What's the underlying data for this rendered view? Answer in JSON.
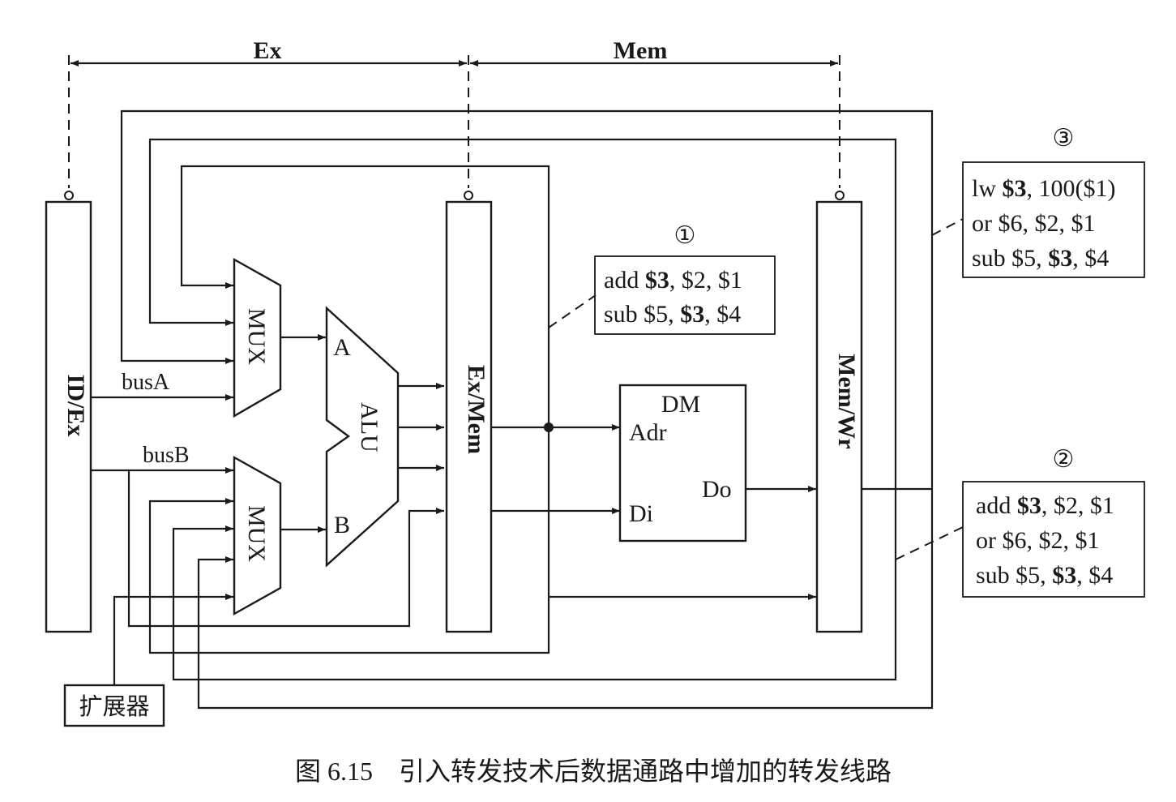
{
  "stages": {
    "ex": "Ex",
    "mem": "Mem"
  },
  "registers": {
    "id_ex": "ID/Ex",
    "ex_mem": "Ex/Mem",
    "mem_wr": "Mem/Wr"
  },
  "units": {
    "mux": "MUX",
    "alu": "ALU",
    "alu_a": "A",
    "alu_b": "B",
    "dm": "DM",
    "dm_adr": "Adr",
    "dm_di": "Di",
    "dm_do": "Do",
    "extender": "扩展器"
  },
  "buses": {
    "bus_a": "busA",
    "bus_b": "busB"
  },
  "callouts": [
    {
      "marker": "①",
      "lines": [
        [
          {
            "t": "add ",
            "b": false
          },
          {
            "t": "$3",
            "b": true
          },
          {
            "t": ", $2, $1",
            "b": false
          }
        ],
        [
          {
            "t": "sub $5, ",
            "b": false
          },
          {
            "t": "$3",
            "b": true
          },
          {
            "t": ", $4",
            "b": false
          }
        ]
      ]
    },
    {
      "marker": "②",
      "lines": [
        [
          {
            "t": "add ",
            "b": false
          },
          {
            "t": "$3",
            "b": true
          },
          {
            "t": ", $2, $1",
            "b": false
          }
        ],
        [
          {
            "t": "or $6, $2, $1",
            "b": false
          }
        ],
        [
          {
            "t": "sub $5, ",
            "b": false
          },
          {
            "t": "$3",
            "b": true
          },
          {
            "t": ", $4",
            "b": false
          }
        ]
      ]
    },
    {
      "marker": "③",
      "lines": [
        [
          {
            "t": "lw ",
            "b": false
          },
          {
            "t": "$3",
            "b": true
          },
          {
            "t": ", 100($1)",
            "b": false
          }
        ],
        [
          {
            "t": "or $6, $2, $1",
            "b": false
          }
        ],
        [
          {
            "t": "sub $5, ",
            "b": false
          },
          {
            "t": "$3",
            "b": true
          },
          {
            "t": ", $4",
            "b": false
          }
        ]
      ]
    }
  ],
  "caption": "图 6.15　引入转发技术后数据通路中增加的转发线路"
}
